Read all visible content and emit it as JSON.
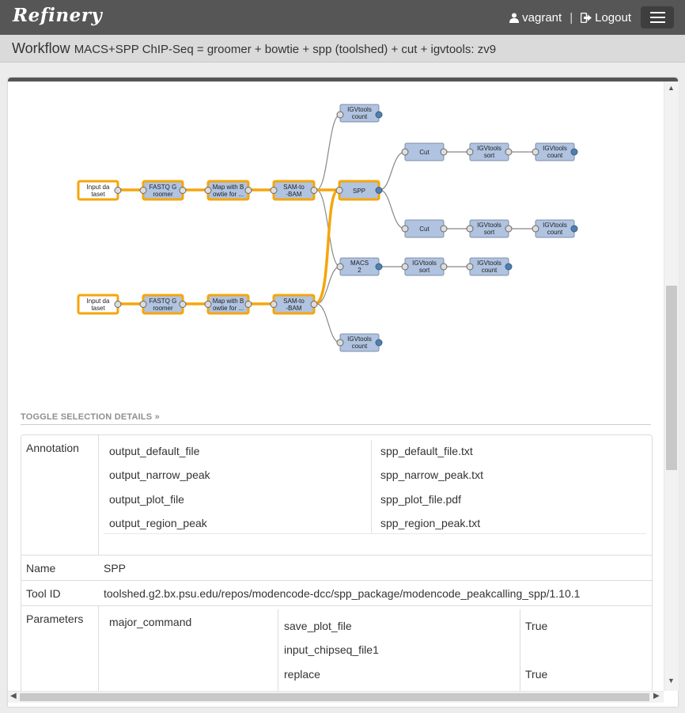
{
  "app": {
    "brand": "Refinery"
  },
  "nav": {
    "username": "vagrant",
    "separator": "|",
    "logout": "Logout"
  },
  "header": {
    "prefix": "Workflow",
    "workflow_name": "MACS+SPP ChIP-Seq = groomer + bowtie + spp (toolshed) + cut + igvtools: zv9"
  },
  "graph": {
    "nodes": {
      "igv_count_top": [
        "IGVtools",
        "count"
      ],
      "cut1": [
        "Cut"
      ],
      "igv_sort_a": [
        "IGVtools",
        "sort"
      ],
      "igv_count_a": [
        "IGVtools",
        "count"
      ],
      "input1": [
        "Input da",
        "taset"
      ],
      "fastq1": [
        "FASTQ G",
        "roomer"
      ],
      "map1": [
        "Map with B",
        "owtie for ..."
      ],
      "sam1": [
        "SAM-to",
        "-BAM"
      ],
      "spp": [
        "SPP"
      ],
      "cut2": [
        "Cut"
      ],
      "igv_sort_b": [
        "IGVtools",
        "sort"
      ],
      "igv_count_b": [
        "IGVtools",
        "count"
      ],
      "macs": [
        "MACS",
        "2"
      ],
      "igv_sort_c": [
        "IGVtools",
        "sort"
      ],
      "igv_count_c": [
        "IGVtools",
        "count"
      ],
      "input2": [
        "Input da",
        "taset"
      ],
      "fastq2": [
        "FASTQ G",
        "roomer"
      ],
      "map2": [
        "Map with B",
        "owtie for ..."
      ],
      "sam2": [
        "SAM-to",
        "-BAM"
      ],
      "igv_count_bottom": [
        "IGVtools",
        "count"
      ]
    }
  },
  "details": {
    "toggle": "TOGGLE SELECTION DETAILS »",
    "annotation_label": "Annotation",
    "annotations": [
      {
        "key": "output_default_file",
        "value": "spp_default_file.txt"
      },
      {
        "key": "output_narrow_peak",
        "value": "spp_narrow_peak.txt"
      },
      {
        "key": "output_plot_file",
        "value": "spp_plot_file.pdf"
      },
      {
        "key": "output_region_peak",
        "value": "spp_region_peak.txt"
      }
    ],
    "name_label": "Name",
    "name": "SPP",
    "tool_id_label": "Tool ID",
    "tool_id": "toolshed.g2.bx.psu.edu/repos/modencode-dcc/spp_package/modencode_peakcalling_spp/1.10.1",
    "parameters_label": "Parameters",
    "parameter_group": "major_command",
    "parameters": [
      {
        "key": "save_plot_file",
        "value": "True"
      },
      {
        "key": "input_chipseq_file1",
        "value": ""
      },
      {
        "key": "replace",
        "value": "True"
      }
    ]
  }
}
